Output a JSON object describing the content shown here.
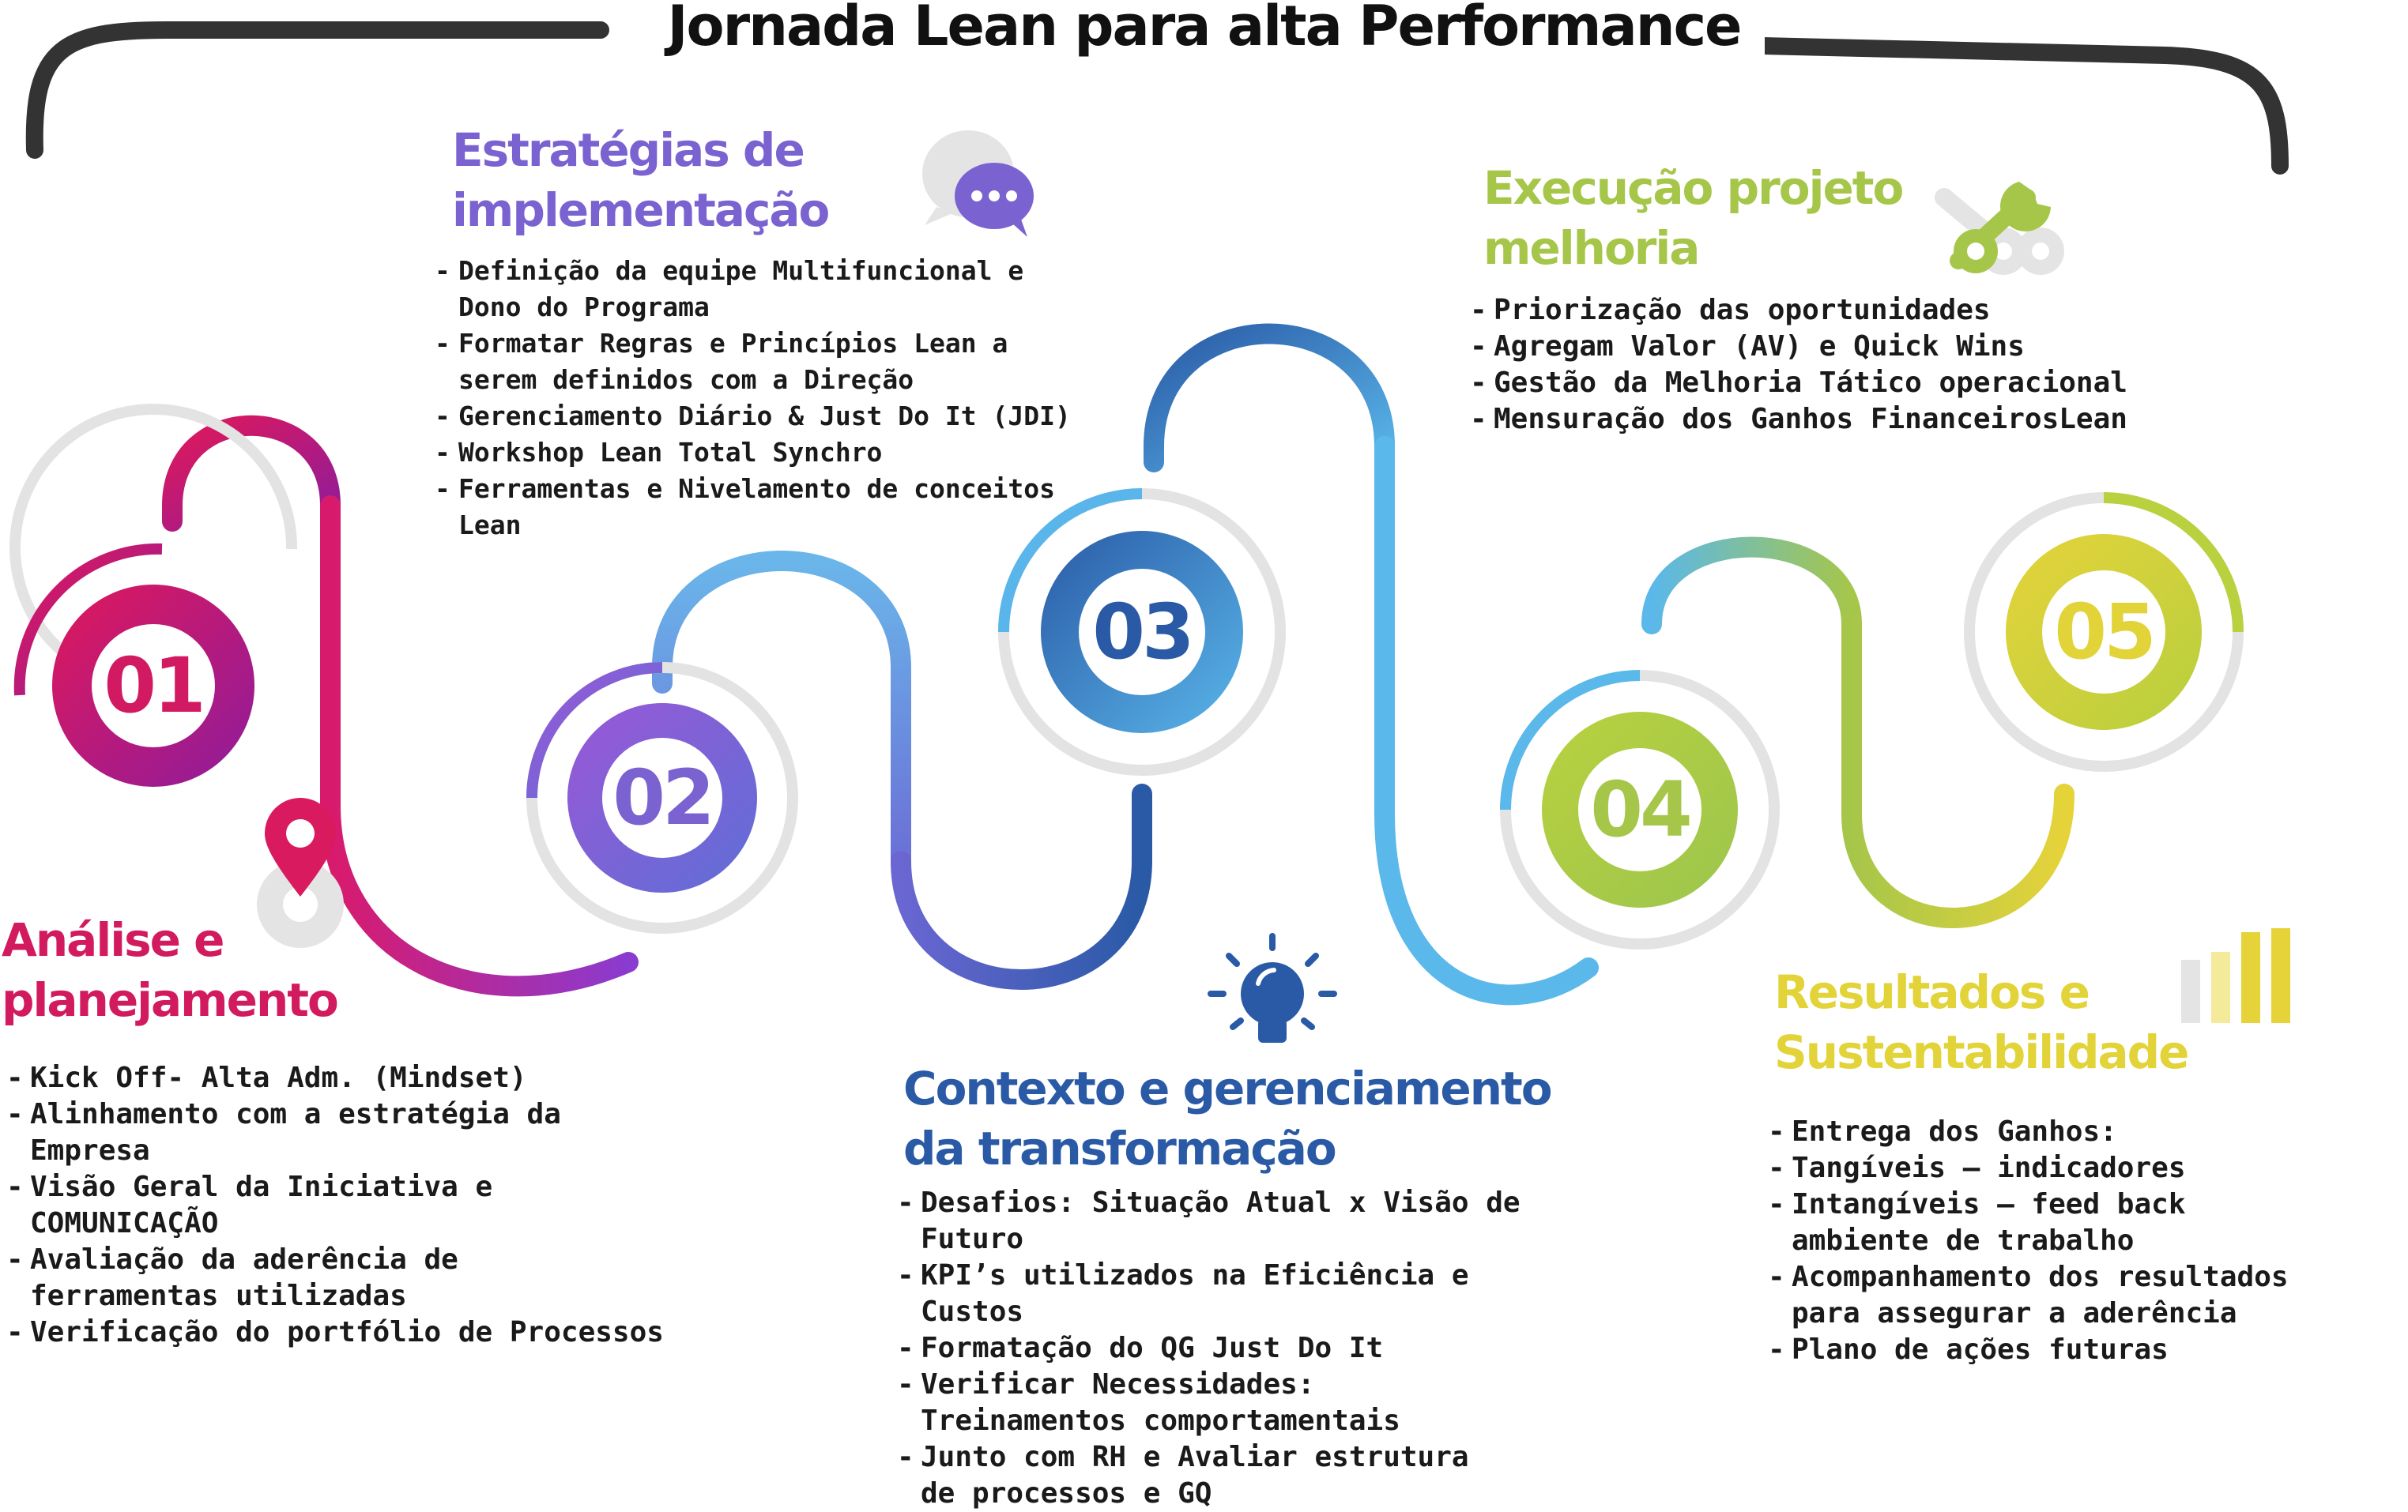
{
  "title": "Jornada Lean para alta Performance",
  "colors": {
    "step1": "#c0175c",
    "step2": "#7b62d1",
    "step3": "#2a5aa6",
    "step4": "#a6c64a",
    "step5": "#e0d43a",
    "gray_ring": "#e2e2e2",
    "bracket": "#333333"
  },
  "steps": [
    {
      "number": "01",
      "heading": [
        "Análise e",
        "planejamento"
      ],
      "icon": "map-pin-icon",
      "items": [
        "Kick Off- Alta Adm. (Mindset)",
        "Alinhamento com a estratégia da Empresa",
        "Visão Geral da Iniciativa e COMUNICAÇÃO",
        "Avaliação da aderência de ferramentas utilizadas",
        "Verificação do portfólio de Processos"
      ]
    },
    {
      "number": "02",
      "heading": [
        "Estratégias de",
        "implementação"
      ],
      "icon": "chat-bubbles-icon",
      "items": [
        "Definição da equipe Multifuncional e Dono do Programa",
        "Formatar Regras e Princípios Lean a serem definidos com a Direção",
        "Gerenciamento Diário & Just Do It (JDI)",
        "Workshop Lean Total Synchro",
        "Ferramentas e Nivelamento de conceitos Lean"
      ]
    },
    {
      "number": "03",
      "heading": [
        "Contexto e gerenciamento",
        "da transformação"
      ],
      "icon": "lightbulb-icon",
      "items": [
        "Desafios: Situação Atual x Visão de Futuro",
        "KPI’s utilizados na Eficiência e Custos",
        "Formatação do QG Just Do It",
        "Verificar Necessidades: Treinamentos comportamentais",
        "Junto com RH e Avaliar estrutura de processos e GQ"
      ]
    },
    {
      "number": "04",
      "heading": [
        "Execução projeto",
        "melhoria"
      ],
      "icon": "wrench-gears-icon",
      "items": [
        "Priorização das oportunidades",
        "Agregam Valor (AV) e Quick Wins",
        "Gestão da Melhoria Tático operacional",
        "Mensuração dos Ganhos FinanceirosLean"
      ]
    },
    {
      "number": "05",
      "heading": [
        "Resultados e",
        "Sustentabilidade"
      ],
      "icon": "bar-chart-icon",
      "items": [
        "Entrega dos Ganhos:",
        "Tangíveis – indicadores",
        "Intangíveis – feed back ambiente de trabalho",
        "Acompanhamento dos resultados para assegurar a aderência",
        "Plano de ações futuras"
      ]
    }
  ]
}
